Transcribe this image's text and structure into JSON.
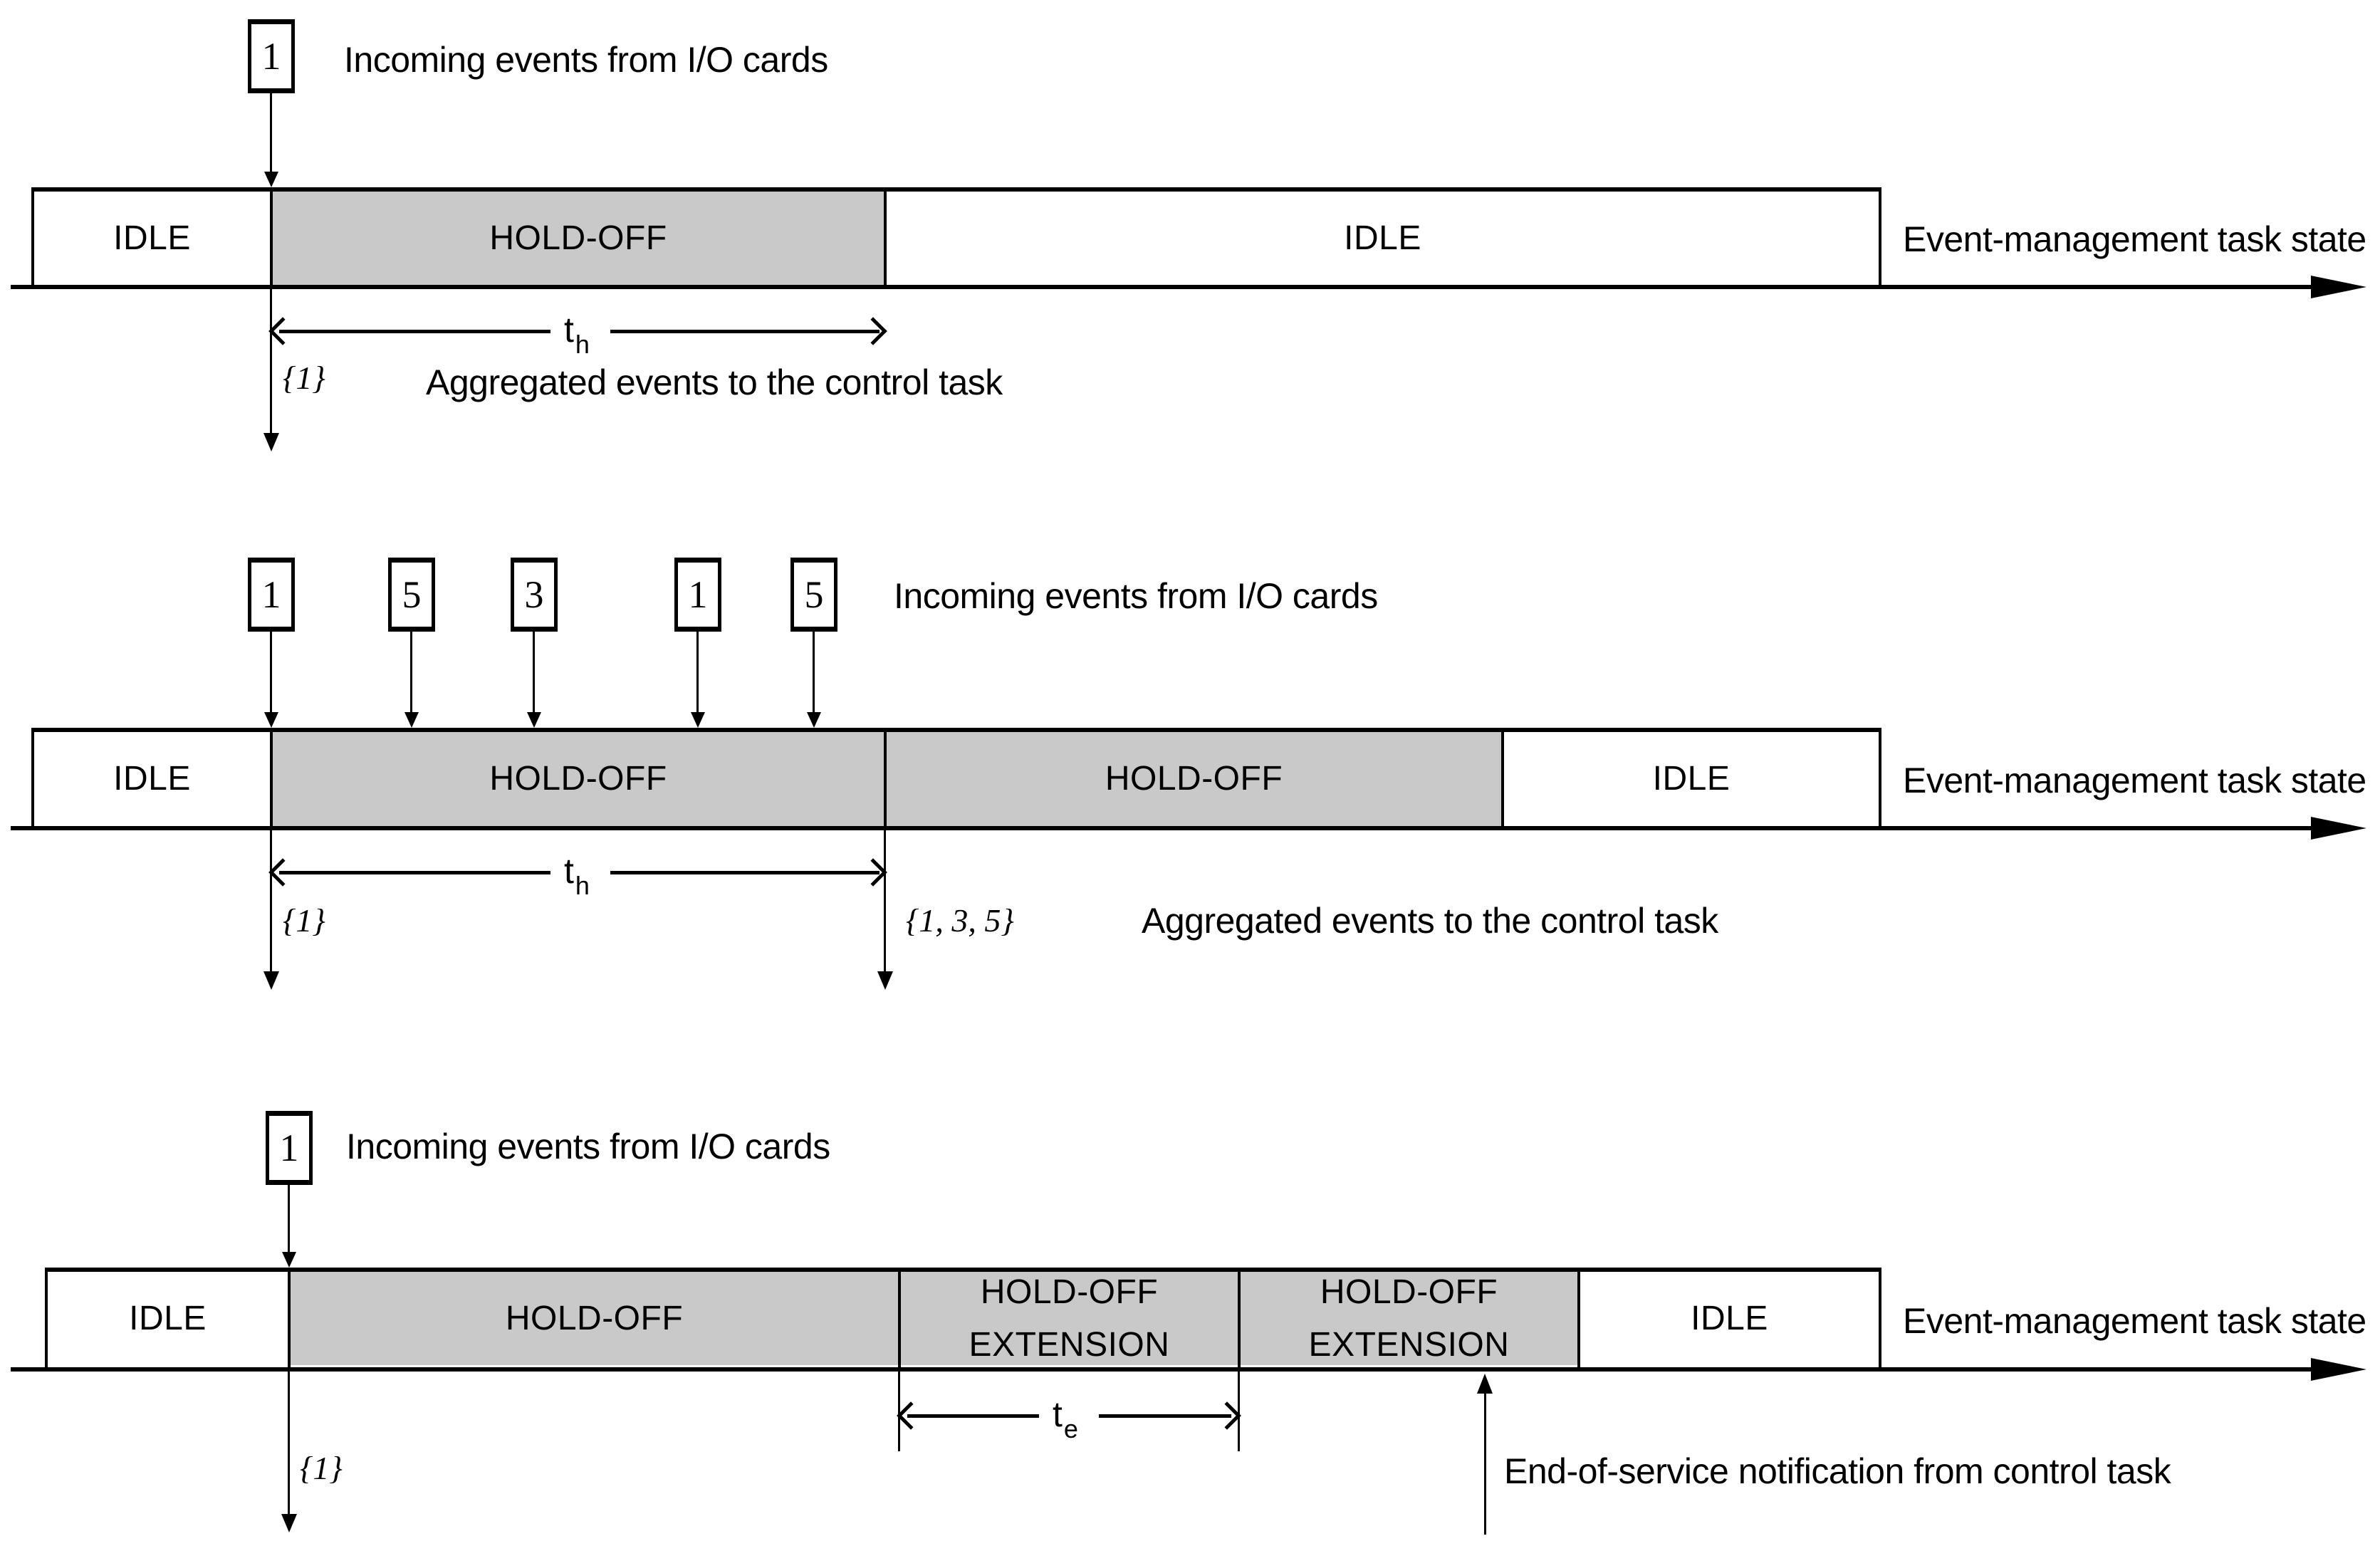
{
  "colors": {
    "holdoff_fill_gray": "#c9c9c9",
    "stroke_black": "#000000",
    "background": "#ffffff"
  },
  "captions": {
    "incoming_events": "Incoming events from I/O cards",
    "aggregated_events": "Aggregated events to the control task",
    "task_state": "Event-management task state",
    "end_of_service": "End-of-service notification from control task"
  },
  "rows": [
    {
      "events": [
        {
          "value": "1"
        }
      ],
      "cells": [
        {
          "label": "IDLE"
        },
        {
          "label": "HOLD-OFF"
        },
        {
          "label": "IDLE"
        }
      ],
      "duration": {
        "base": "t",
        "sub": "h"
      },
      "outputs": [
        {
          "label": "{1}"
        }
      ]
    },
    {
      "events": [
        {
          "value": "1"
        },
        {
          "value": "5"
        },
        {
          "value": "3"
        },
        {
          "value": "1"
        },
        {
          "value": "5"
        }
      ],
      "cells": [
        {
          "label": "IDLE"
        },
        {
          "label": "HOLD-OFF"
        },
        {
          "label": "HOLD-OFF"
        },
        {
          "label": "IDLE"
        }
      ],
      "duration": {
        "base": "t",
        "sub": "h"
      },
      "outputs": [
        {
          "label": "{1}"
        },
        {
          "label": "{1, 3, 5}"
        }
      ]
    },
    {
      "events": [
        {
          "value": "1"
        }
      ],
      "cells": [
        {
          "label": "IDLE"
        },
        {
          "label": "HOLD-OFF"
        },
        {
          "label": "HOLD-OFF",
          "label2": "EXTENSION"
        },
        {
          "label": "HOLD-OFF",
          "label2": "EXTENSION"
        },
        {
          "label": "IDLE"
        }
      ],
      "duration": {
        "base": "t",
        "sub": "e"
      },
      "outputs": [
        {
          "label": "{1}"
        }
      ]
    }
  ]
}
